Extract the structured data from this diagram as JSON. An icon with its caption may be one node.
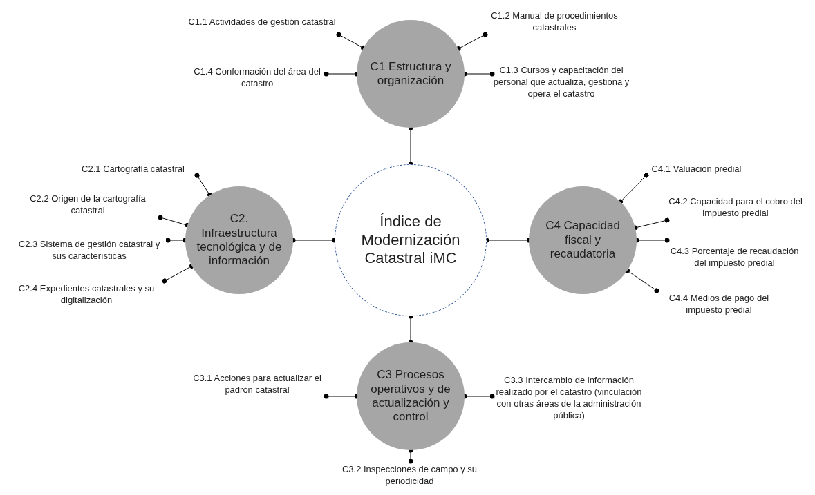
{
  "diagram": {
    "nodes": [
      {
        "text": [
          "Índice de Modernización Catastral iMC"
        ]
      },
      {
        "text": [
          "C1 Estructura y organización"
        ]
      },
      {
        "text": [
          "C1.1 Actividades de gestión catastral"
        ]
      },
      {
        "text": [
          "C1.2 Manual de procedimientos catastrales"
        ]
      },
      {
        "text": [
          "C1.4 Conformación del área del catastro"
        ]
      },
      {
        "text": [
          "C1.3 Cursos y capacitación del personal que actualiza, gestiona y opera el catastro"
        ]
      },
      {
        "text": [
          "C2. Infraestructura tecnológica y de información"
        ]
      },
      {
        "text": [
          "C2.1 Cartografía catastral"
        ]
      },
      {
        "text": [
          "C2.2 Origen de la cartografía catastral"
        ]
      },
      {
        "text": [
          "C2.3 Sistema de gestión catastral y sus características"
        ]
      },
      {
        "text": [
          "C2.4 Expedientes catastrales y su digitalización"
        ]
      },
      {
        "text": [
          "C4 Capacidad fiscal y recaudatoria"
        ]
      },
      {
        "text": [
          "C4.1 Valuación predial"
        ]
      },
      {
        "text": [
          "C4.2 Capacidad para el cobro del impuesto predial"
        ]
      },
      {
        "text": [
          "C4.3 Porcentaje de recaudación del impuesto predial"
        ]
      },
      {
        "text": [
          "C4.4 Medios de pago del impuesto predial"
        ]
      },
      {
        "text": [
          "C3 Procesos operativos y de actualización y control"
        ]
      },
      {
        "text": [
          "C3.1 Acciones para actualizar el padrón catastral"
        ]
      },
      {
        "text": [
          "C3.3 Intercambio de información realizado por el catastro (vinculación con otras áreas de la administración pública)"
        ]
      },
      {
        "text": [
          "C3.2 Inspecciones de campo y su periodicidad"
        ]
      }
    ],
    "edges": [
      {
        "from": 1,
        "to": 0,
        "arrow": "other"
      },
      {
        "from": 6,
        "to": 0,
        "arrow": "other"
      },
      {
        "from": 11,
        "to": 0,
        "arrow": "other"
      },
      {
        "from": 0,
        "to": 16,
        "arrow": "other"
      },
      {
        "from": 1,
        "to": 2,
        "arrow": "other"
      },
      {
        "from": 1,
        "to": 3,
        "arrow": "other"
      },
      {
        "from": 1,
        "to": 4,
        "arrow": "other"
      },
      {
        "from": 1,
        "to": 5,
        "arrow": "other"
      },
      {
        "from": 6,
        "to": 7,
        "arrow": "other"
      },
      {
        "from": 6,
        "to": 8,
        "arrow": "other"
      },
      {
        "from": 6,
        "to": 9,
        "arrow": "other"
      },
      {
        "from": 6,
        "to": 10,
        "arrow": "other"
      },
      {
        "from": 11,
        "to": 12,
        "arrow": "other"
      },
      {
        "from": 11,
        "to": 13,
        "arrow": "other"
      },
      {
        "from": 11,
        "to": 14,
        "arrow": "other"
      },
      {
        "from": 11,
        "to": 15,
        "arrow": "other"
      },
      {
        "from": 16,
        "to": 17,
        "arrow": "other"
      },
      {
        "from": 16,
        "to": 18,
        "arrow": "other"
      },
      {
        "from": 16,
        "to": 19,
        "arrow": "other"
      }
    ]
  }
}
